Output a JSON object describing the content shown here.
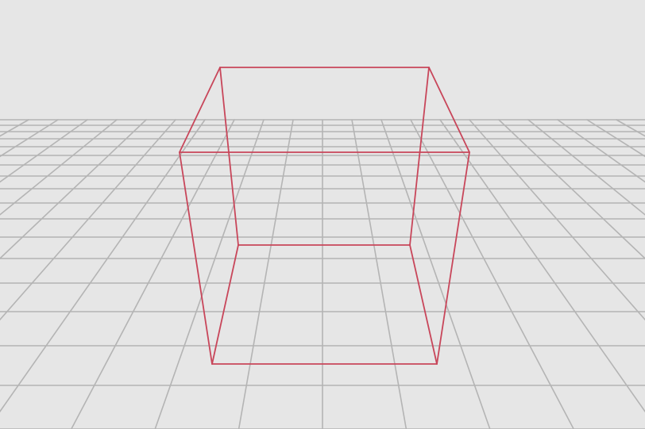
{
  "scene": {
    "background_color": "#e6e6e6",
    "grid_color": "#b4b4b4",
    "wireframe_color": "#c8465a",
    "objects": [
      {
        "name": "ground-grid",
        "kind": "grid"
      },
      {
        "name": "wireframe-box",
        "kind": "box",
        "render": "wireframe"
      }
    ]
  }
}
